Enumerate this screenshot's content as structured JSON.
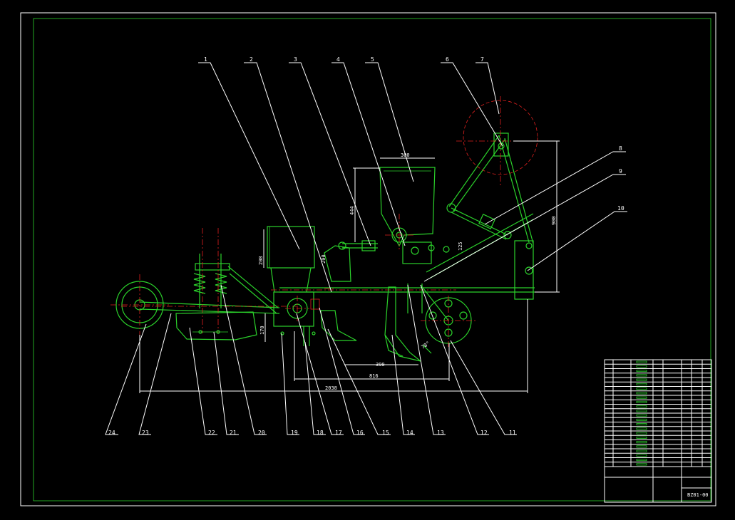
{
  "part_labels": [
    "1",
    "2",
    "3",
    "4",
    "5",
    "6",
    "7",
    "8",
    "9",
    "10",
    "11",
    "12",
    "13",
    "14",
    "15",
    "16",
    "17",
    "18",
    "19",
    "20",
    "21",
    "22",
    "23",
    "24"
  ],
  "dimensions": {
    "hopper_width": "300",
    "height_444": "444",
    "height_900": "900",
    "small_125": "125",
    "h_208": "208",
    "h_200": "200",
    "h_170": "170",
    "w_390": "390",
    "w_816": "816",
    "overall_length": "2038",
    "angle": "78°"
  },
  "title_block": {
    "drawing_number": "BZ01-00",
    "colors": {
      "frame": "#ffffff",
      "part": "#2bd12b",
      "center": "#e0201e"
    }
  }
}
